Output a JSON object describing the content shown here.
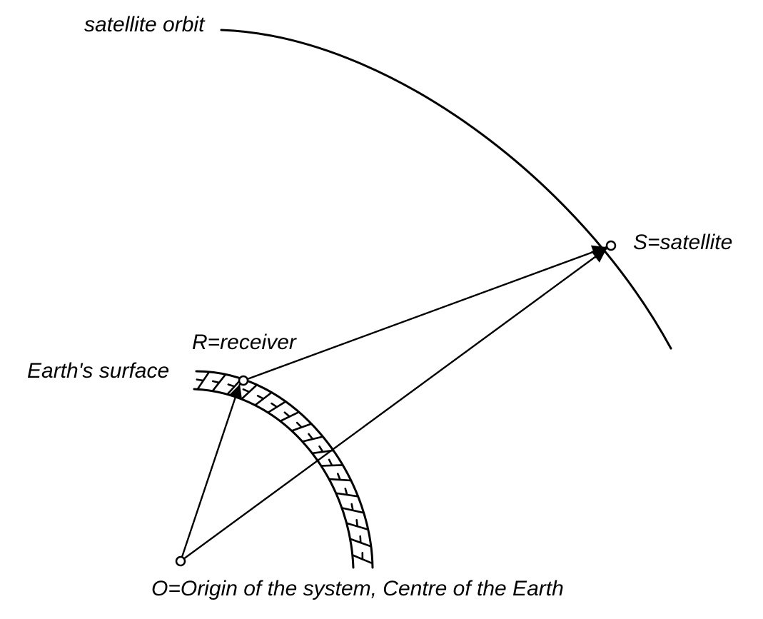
{
  "labels": {
    "orbit": "satellite orbit",
    "satellite": "S=satellite",
    "receiver": "R=receiver",
    "surface": "Earth's surface",
    "origin": "O=Origin of the system, Centre of the Earth"
  },
  "colors": {
    "ink": "#000000",
    "background": "#ffffff"
  }
}
